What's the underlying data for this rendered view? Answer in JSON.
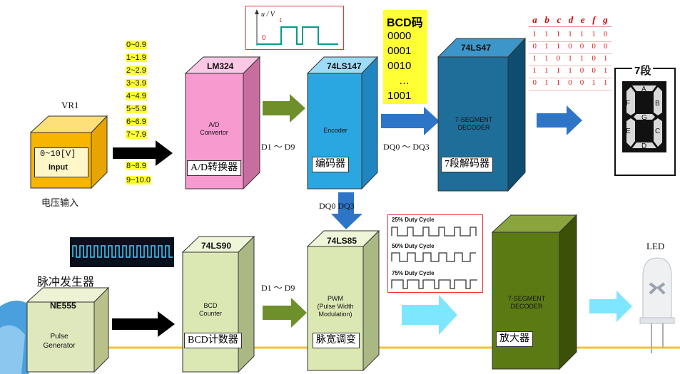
{
  "voltage_input": {
    "label": "VR1",
    "value": "0~10[V]",
    "inner": "Input",
    "caption": "电压输入"
  },
  "ranges": [
    "0~0.9",
    "1~1.9",
    "2~2.9",
    "3~3.9",
    "4~4.9",
    "5~5.9",
    "6~6.9",
    "7~7.9",
    "8~8.9",
    "9~10.0"
  ],
  "adc": {
    "chip": "LM324",
    "inner": "A/D\nConvertor",
    "label": "A/D转换器"
  },
  "encoder": {
    "chip": "74LS147",
    "inner": "Encoder",
    "label": "编码器"
  },
  "decoder": {
    "chip": "74LS47",
    "inner": "7-SEGMENT\nDECODER",
    "label": "7段解码器"
  },
  "signals": {
    "d1_d9_top": "D1 ～ D9",
    "dq_top": "DQ0 ～ DQ3",
    "dq_down": "DQ0  DQ3",
    "d1_d9_bottom": "D1 ～ D9"
  },
  "waveform_inset": {
    "axis_label": "u / V",
    "sub": "1",
    "zero": "0"
  },
  "bcd_box": {
    "title": "BCD码",
    "codes": [
      "0000",
      "0001",
      "0010",
      "…",
      "1001"
    ]
  },
  "truth_table": {
    "headers": [
      "a",
      "b",
      "c",
      "d",
      "e",
      "f",
      "g"
    ],
    "rows": [
      [
        "1",
        "1",
        "1",
        "1",
        "1",
        "1",
        "0"
      ],
      [
        "0",
        "1",
        "1",
        "0",
        "0",
        "0",
        "0"
      ],
      [
        "1",
        "1",
        "0",
        "1",
        "1",
        "0",
        "1"
      ],
      [
        "1",
        "1",
        "1",
        "1",
        "0",
        "0",
        "1"
      ],
      [
        "0",
        "1",
        "1",
        "0",
        "0",
        "1",
        "1"
      ]
    ]
  },
  "seven_seg": {
    "title": "7段",
    "segments": [
      "A",
      "B",
      "C",
      "D",
      "E",
      "F",
      "G"
    ]
  },
  "pulse_gen": {
    "caption": "脉冲发生器",
    "chip": "NE555",
    "inner": "Pulse\nGenerator"
  },
  "counter": {
    "chip": "74LS90",
    "inner": "BCD\nCounter",
    "label": "BCD计数器"
  },
  "pwm": {
    "chip": "74LS85",
    "inner": "PWM\n(Pulse Width\nModulation)",
    "label": "脉宽调变"
  },
  "duty": [
    "25% Duty Cycle",
    "50% Duty Cycle",
    "75% Duty Cycle"
  ],
  "amp": {
    "inner": "7-SEGMENT\nDECODER",
    "label": "放大器"
  },
  "led": {
    "label": "LED"
  },
  "colors": {
    "pink": "#f79ad0",
    "blue": "#2aa7e0",
    "darkblue": "#1e6e99",
    "lightgreen": "#dce8b4",
    "olive": "#5c7a14",
    "yellow": "#ffff33",
    "arrow_green": "#6e8f2a",
    "arrow_blue": "#2e75c8",
    "arrow_cyan": "#7ee6ff"
  }
}
